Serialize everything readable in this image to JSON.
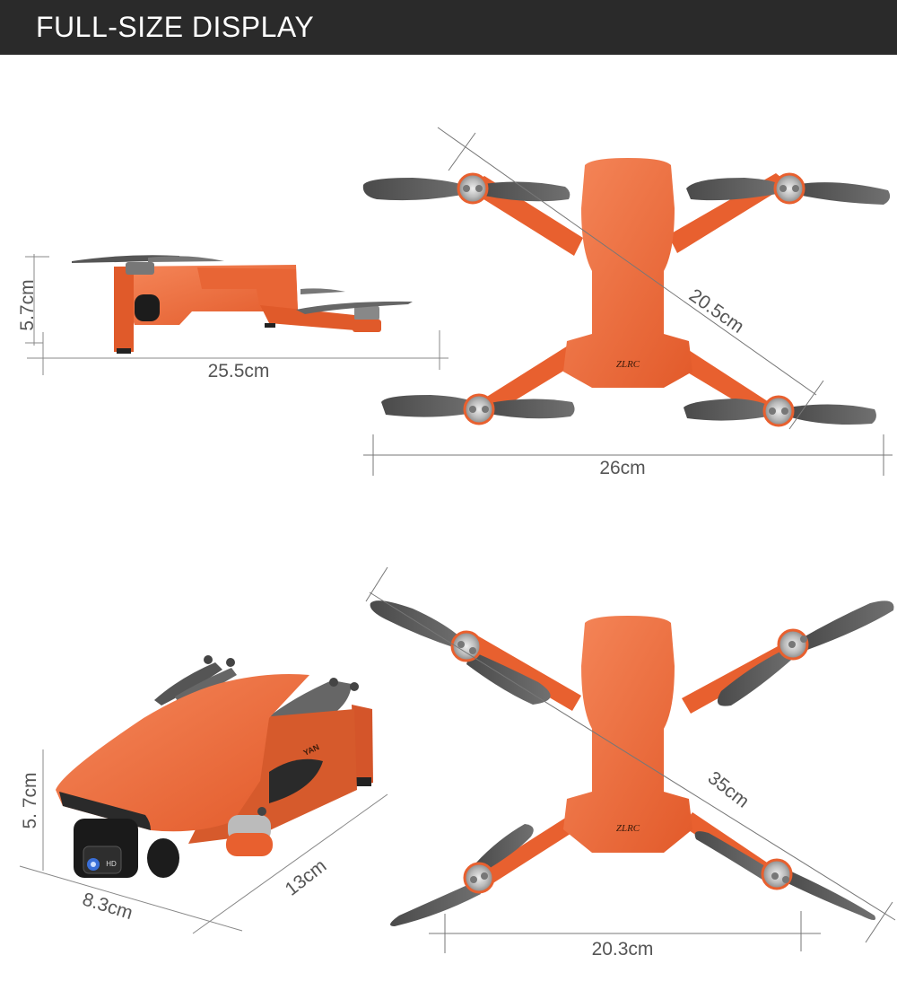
{
  "header": {
    "title": "FULL-SIZE DISPLAY"
  },
  "colors": {
    "header_bg": "#2a2a2a",
    "drone_orange": "#ec6a3a",
    "drone_orange_dark": "#d4552a",
    "propeller": "#5a5a5a",
    "dimension_line": "#777777",
    "dimension_text": "#555555"
  },
  "panels": [
    {
      "name": "folded-side-view",
      "dimensions": {
        "height": "5.7cm",
        "length": "25.5cm"
      }
    },
    {
      "name": "unfolded-top-view-propellers-parallel",
      "brand": "ZLRC",
      "dimensions": {
        "diagonal": "20.5cm",
        "width": "26cm"
      }
    },
    {
      "name": "folded-perspective-view",
      "body_text": "YAN",
      "camera_badge": "HD",
      "dimensions": {
        "height": "5. 7cm",
        "width": "8.3cm",
        "length": "13cm"
      }
    },
    {
      "name": "unfolded-top-view-propellers-extended",
      "brand": "ZLRC",
      "dimensions": {
        "diagonal": "35cm",
        "width": "20.3cm"
      }
    }
  ]
}
